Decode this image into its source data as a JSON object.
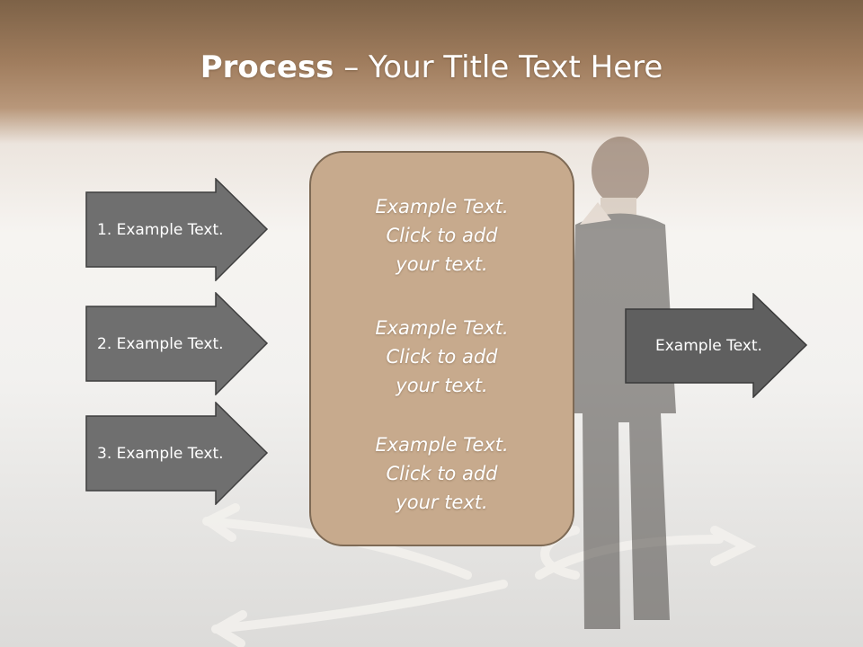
{
  "title": {
    "bold": "Process",
    "rest": " – Your Title Text Here"
  },
  "left_arrows": [
    {
      "label": "1. Example Text."
    },
    {
      "label": "2. Example Text."
    },
    {
      "label": "3. Example Text."
    }
  ],
  "center_box": {
    "blocks": [
      {
        "line1": "Example Text.",
        "line2": "Click  to add",
        "line3": "your text."
      },
      {
        "line1": "Example Text.",
        "line2": "Click  to add",
        "line3": "your text."
      },
      {
        "line1": "Example Text.",
        "line2": "Click  to add",
        "line3": "your text."
      }
    ]
  },
  "right_arrow": {
    "label": "Example Text."
  },
  "colors": {
    "header_brown": "#7d6247",
    "arrow_fill": "#6f6f6f",
    "box_fill": "#c7aa8d",
    "box_border": "#7e6a55"
  },
  "background_image": {
    "subject": "businessman-standing-at-crossroads-arrows"
  }
}
